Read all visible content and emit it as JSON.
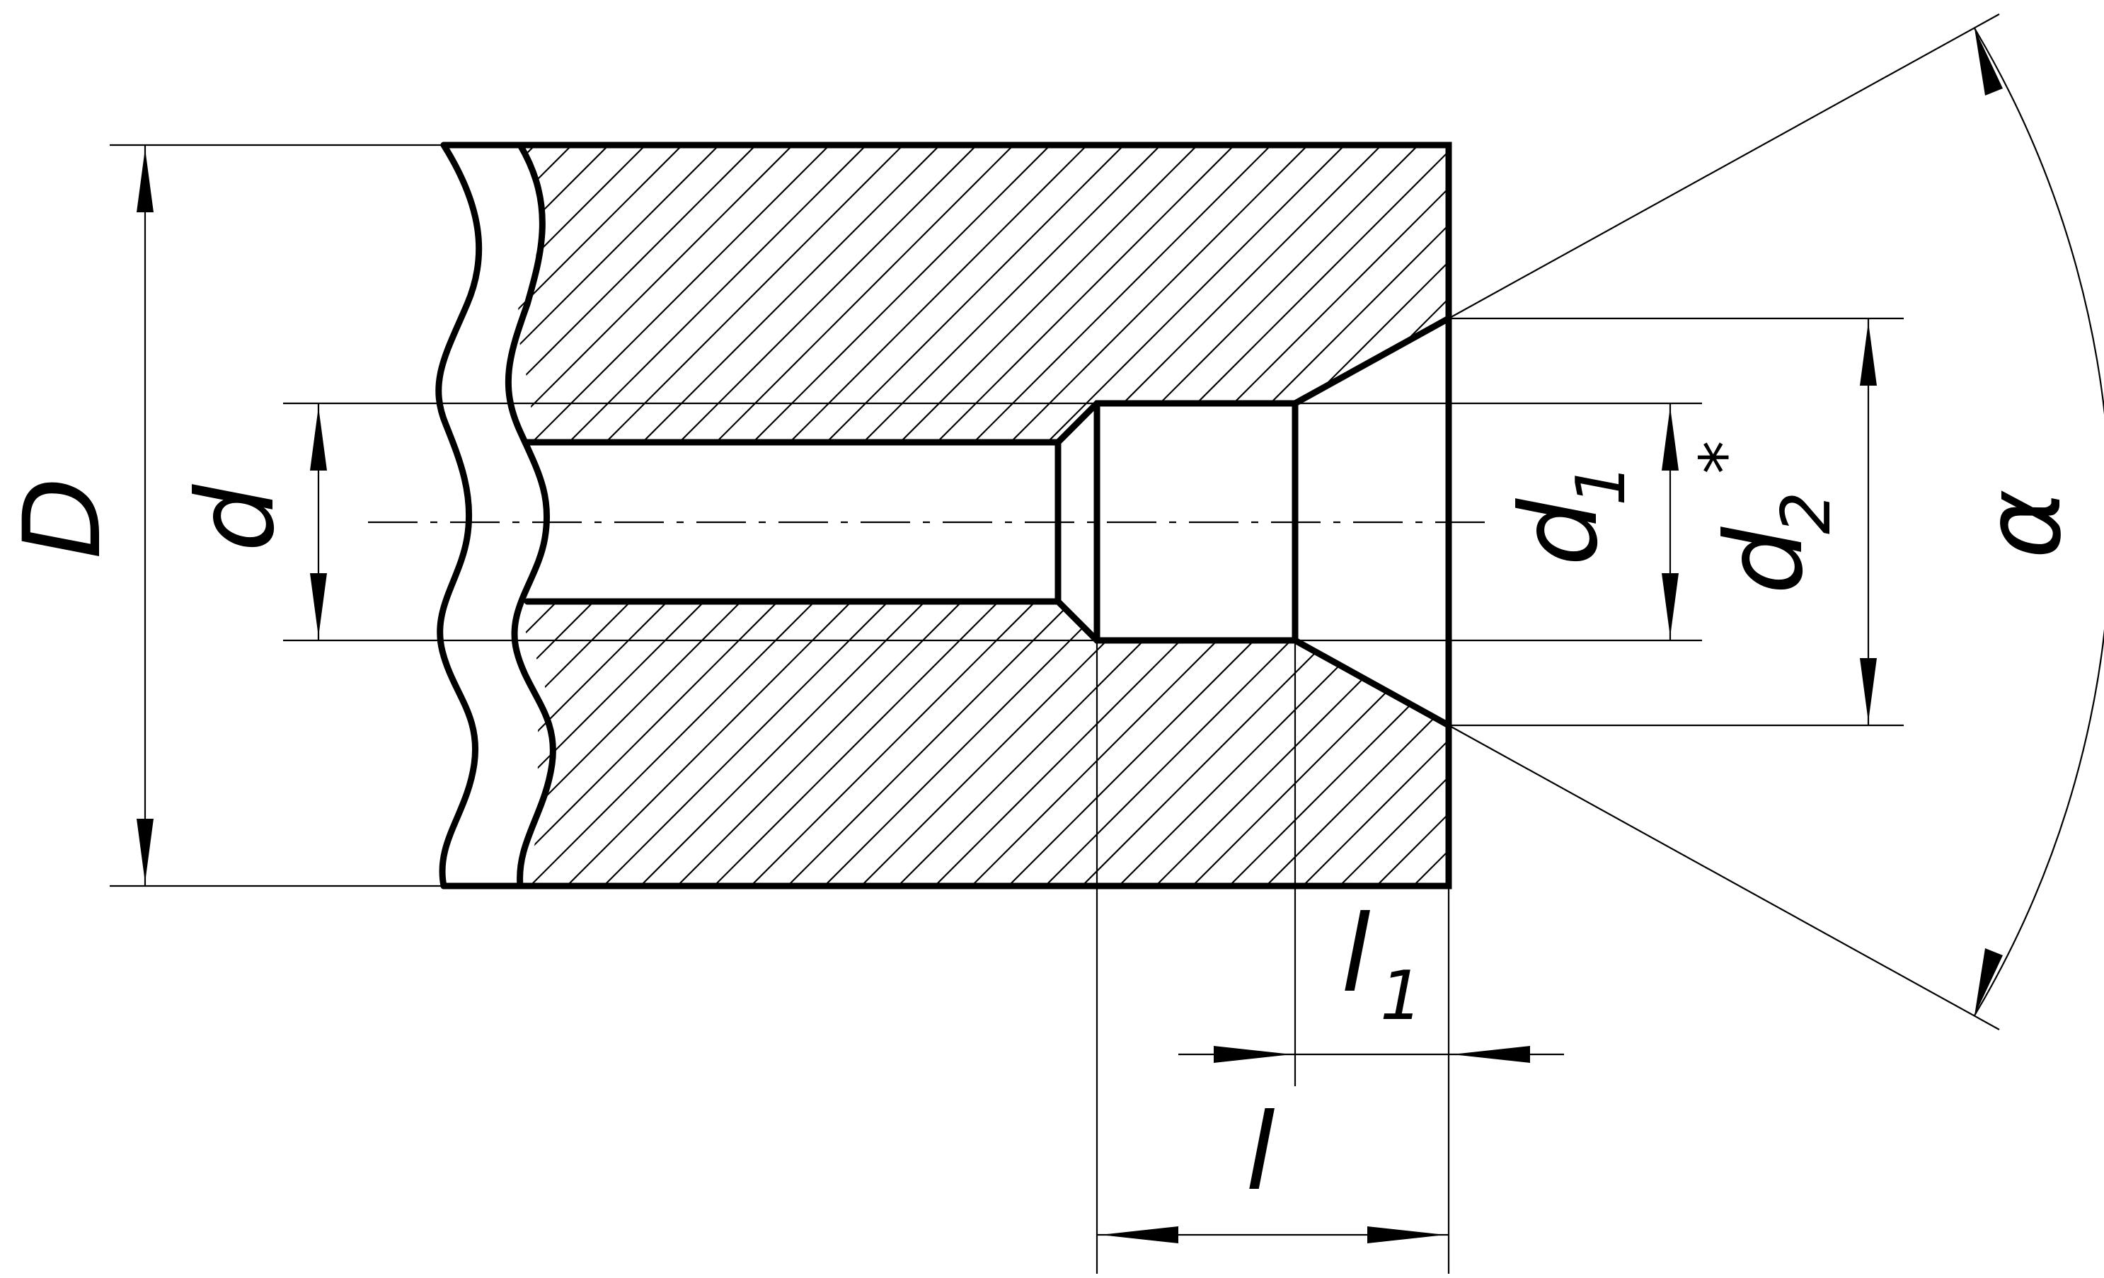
{
  "labels": {
    "outer_diameter": "D",
    "bore_diameter": "d",
    "counterbore_diameter": "d",
    "counterbore_subscript": "1",
    "chamfer_diameter": "d",
    "chamfer_subscript": "2",
    "chamfer_mark": "*",
    "cone_angle": "α",
    "counterbore_depth": "l",
    "chamfer_depth": "l",
    "chamfer_depth_subscript": "1"
  },
  "colors": {
    "line": "#000000",
    "background": "#ffffff"
  }
}
